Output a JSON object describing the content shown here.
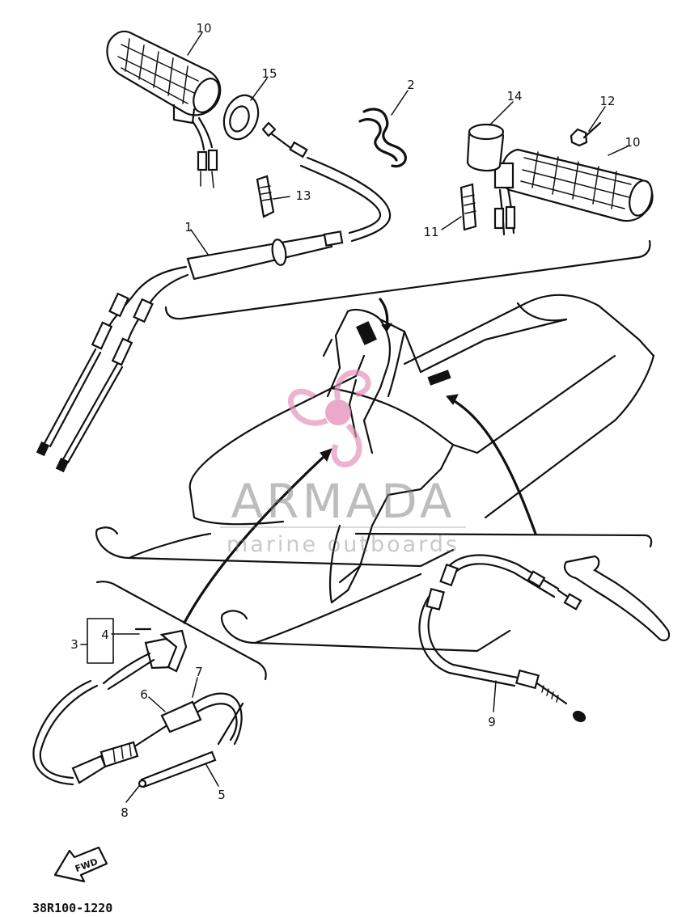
{
  "diagram": {
    "part_code": "38R100-1220",
    "forward_label": "FWD",
    "callouts": [
      {
        "id": "c1",
        "label": "1"
      },
      {
        "id": "c2",
        "label": "2"
      },
      {
        "id": "c3",
        "label": "3"
      },
      {
        "id": "c4",
        "label": "4"
      },
      {
        "id": "c5",
        "label": "5"
      },
      {
        "id": "c6",
        "label": "6"
      },
      {
        "id": "c7",
        "label": "7"
      },
      {
        "id": "c8",
        "label": "8"
      },
      {
        "id": "c9",
        "label": "9"
      },
      {
        "id": "c10a",
        "label": "10"
      },
      {
        "id": "c10b",
        "label": "10"
      },
      {
        "id": "c11",
        "label": "11"
      },
      {
        "id": "c12",
        "label": "12"
      },
      {
        "id": "c13",
        "label": "13"
      },
      {
        "id": "c14",
        "label": "14"
      },
      {
        "id": "c15",
        "label": "15"
      }
    ]
  },
  "watermark": {
    "title": "ARMADA",
    "subtitle": "marine outboards",
    "logo_color": "#e48fb8",
    "text_color": "#7a7a7a"
  }
}
